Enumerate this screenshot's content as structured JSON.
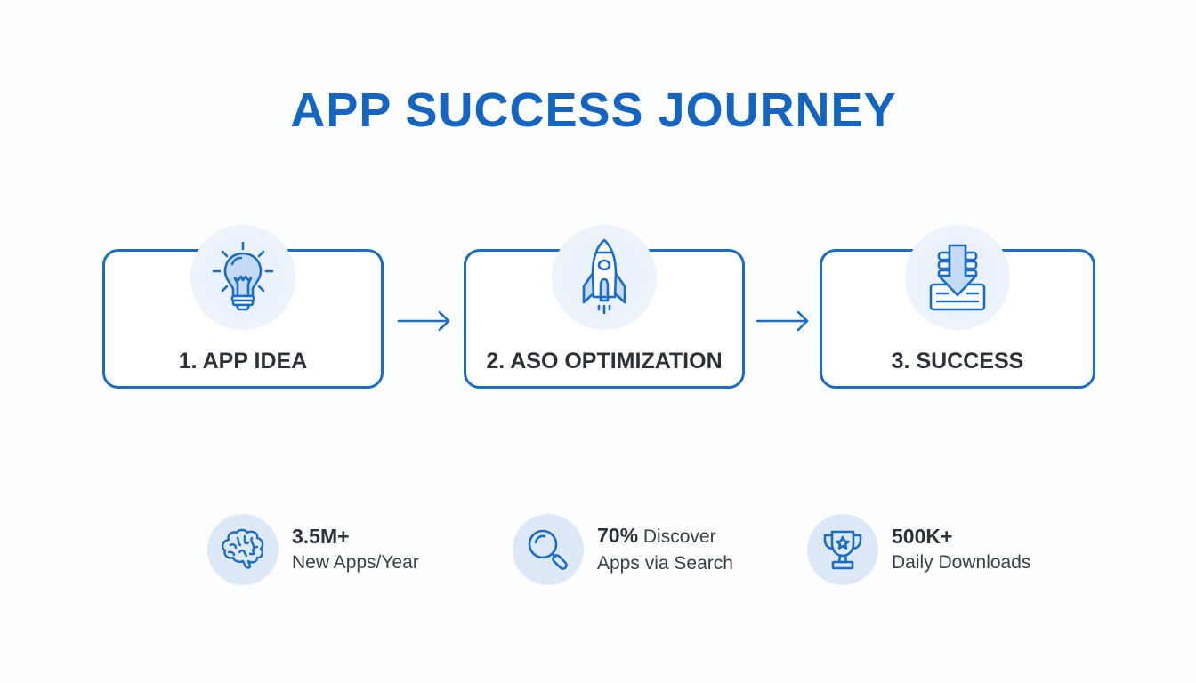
{
  "title": "APP SUCCESS JOURNEY",
  "colors": {
    "accent": "#1565c0",
    "border": "#1a6cc4",
    "label_text": "#2d3238",
    "icon_fill": "#c5dbf5",
    "circle_bg": "#dde9f8",
    "background": "#fdfefe"
  },
  "steps": [
    {
      "label": "1. APP IDEA",
      "icon": "lightbulb-icon"
    },
    {
      "label": "2. ASO OPTIMIZATION",
      "icon": "rocket-icon"
    },
    {
      "label": "3. SUCCESS",
      "icon": "download-icon"
    }
  ],
  "connectors": [
    {
      "icon": "arrow-right-icon"
    },
    {
      "icon": "arrow-right-icon"
    }
  ],
  "stats": [
    {
      "icon": "brain-icon",
      "value": "3.5M+",
      "inline_text": "",
      "line2": "New Apps/Year"
    },
    {
      "icon": "search-icon",
      "value": "70%",
      "inline_text": " Discover",
      "line2": "Apps via Search"
    },
    {
      "icon": "trophy-icon",
      "value": "500K+",
      "inline_text": "",
      "line2": "Daily Downloads"
    }
  ]
}
